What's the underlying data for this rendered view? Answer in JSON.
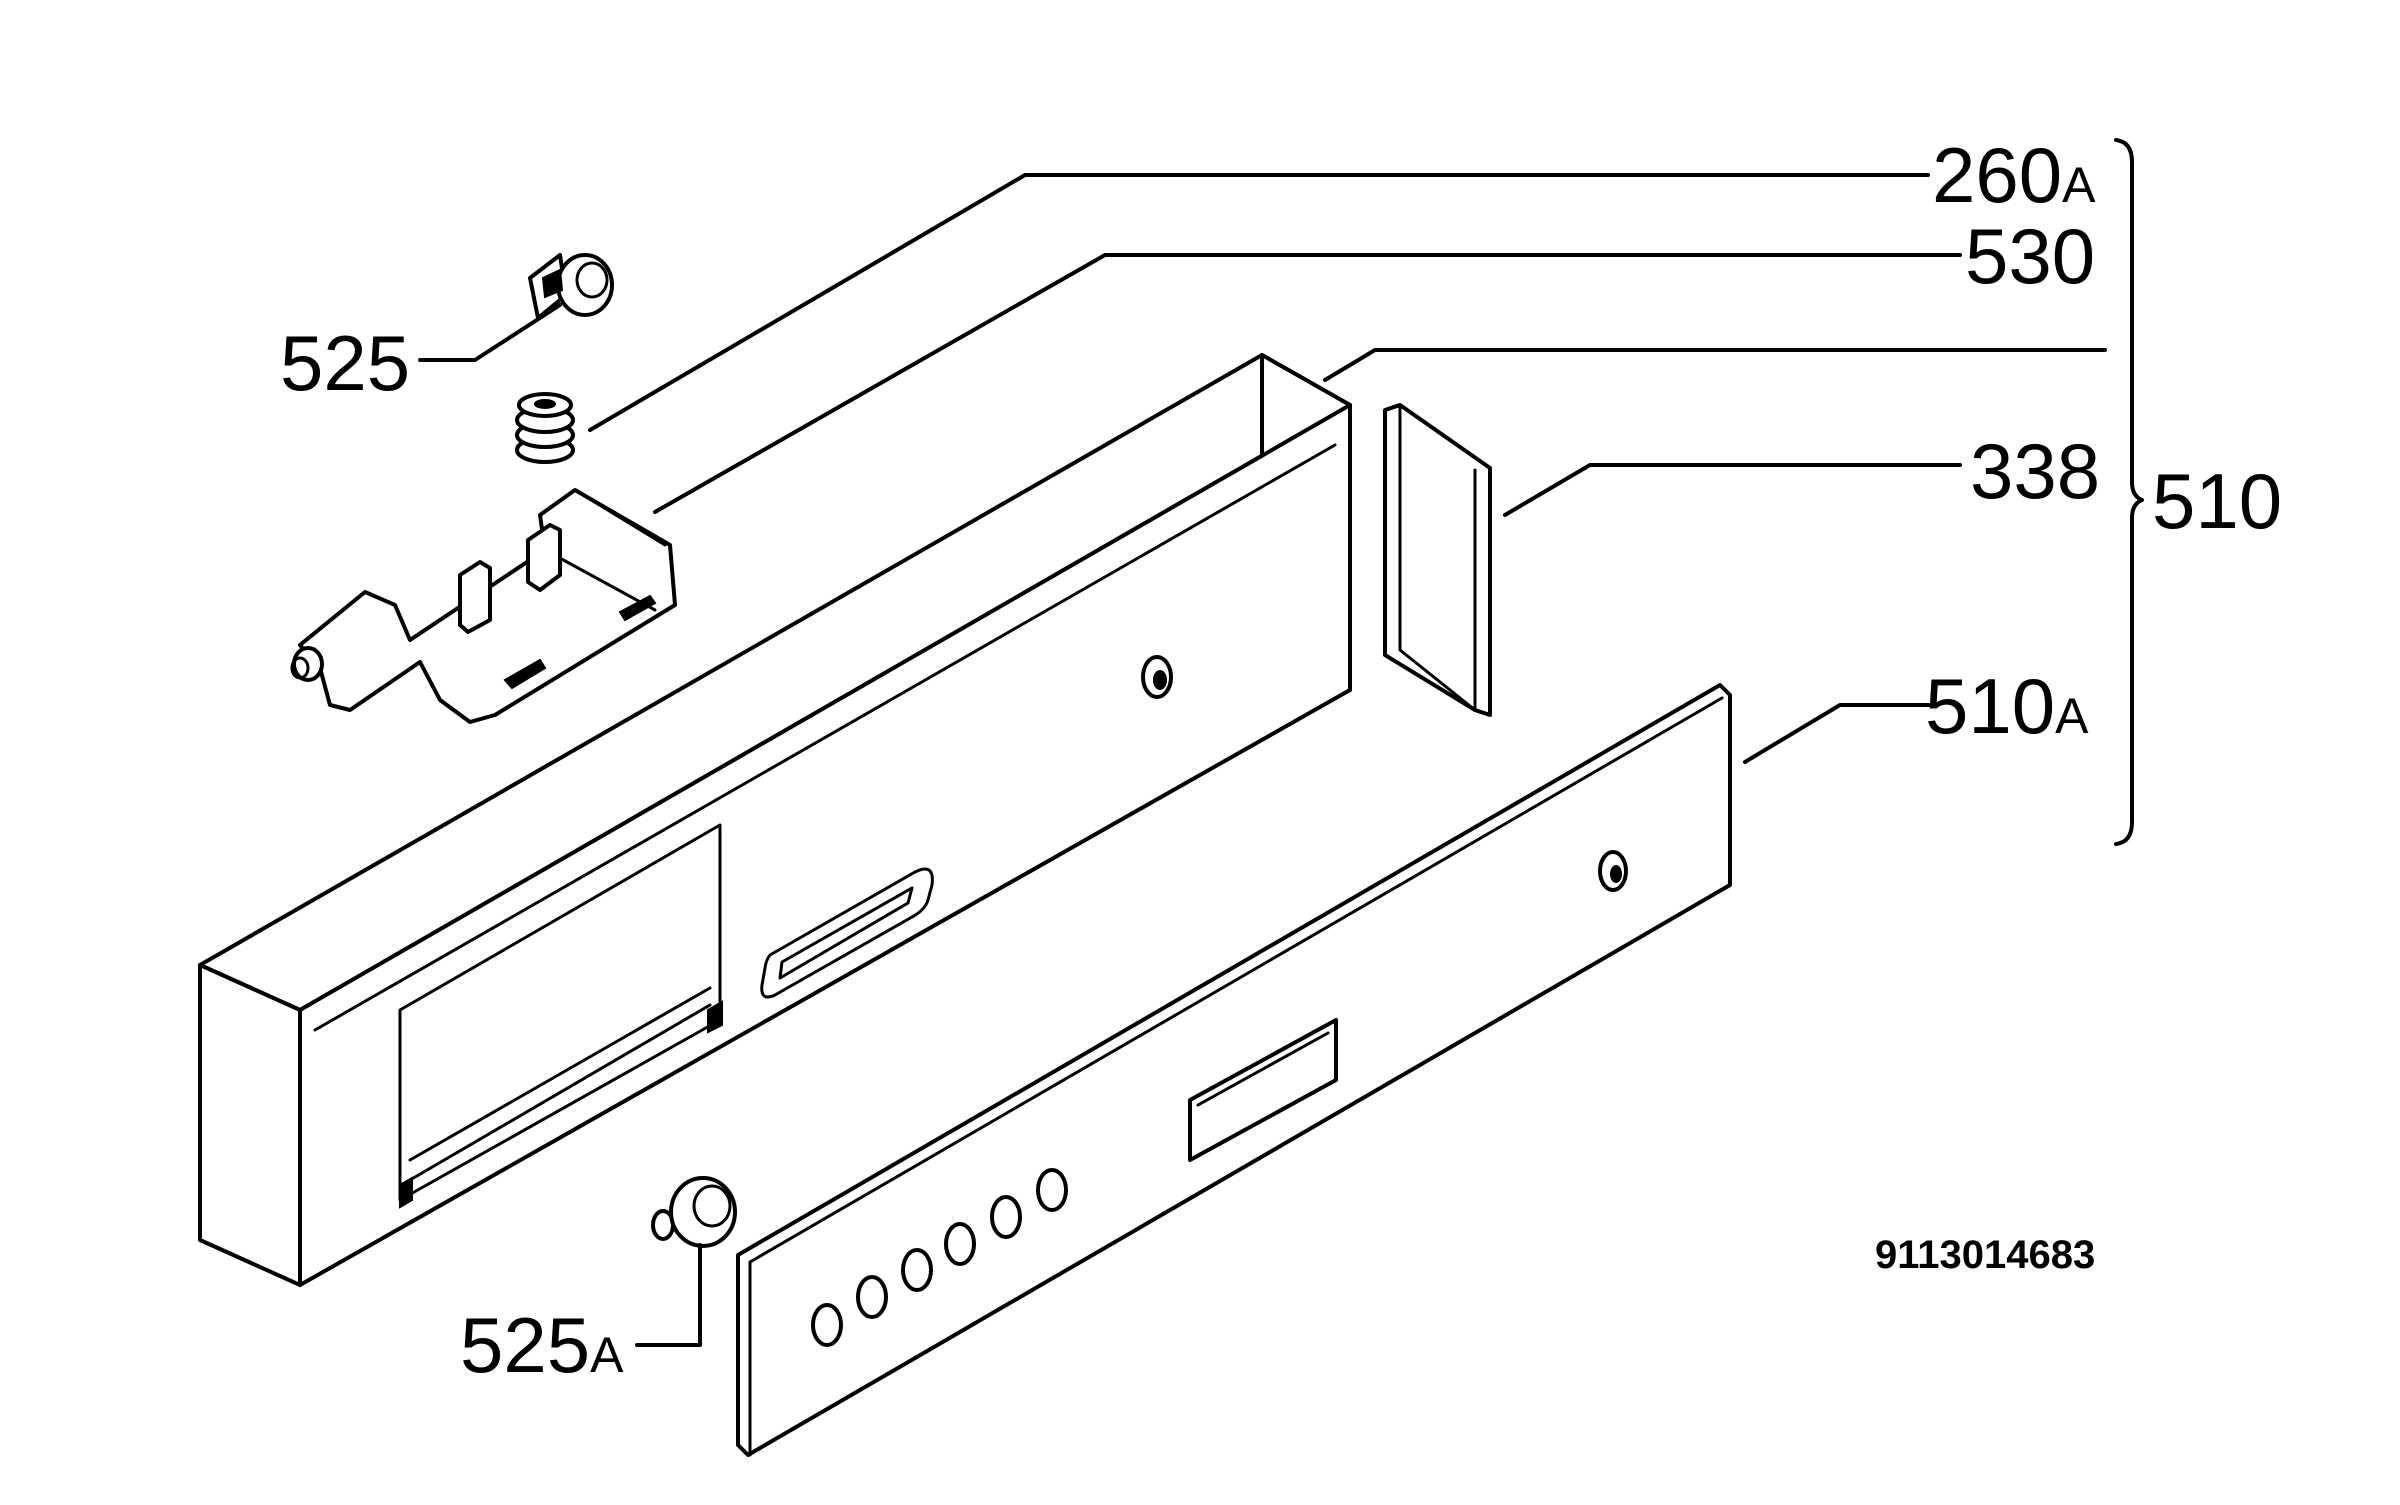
{
  "labels": {
    "p260a": {
      "num": "260",
      "suffix": "A"
    },
    "p530": {
      "num": "530",
      "suffix": ""
    },
    "p525": {
      "num": "525",
      "suffix": ""
    },
    "p338": {
      "num": "338",
      "suffix": ""
    },
    "p510": {
      "num": "510",
      "suffix": ""
    },
    "p510a": {
      "num": "510",
      "suffix": "A"
    },
    "p525a": {
      "num": "525",
      "suffix": "A"
    }
  },
  "reference_number": "9113014683"
}
